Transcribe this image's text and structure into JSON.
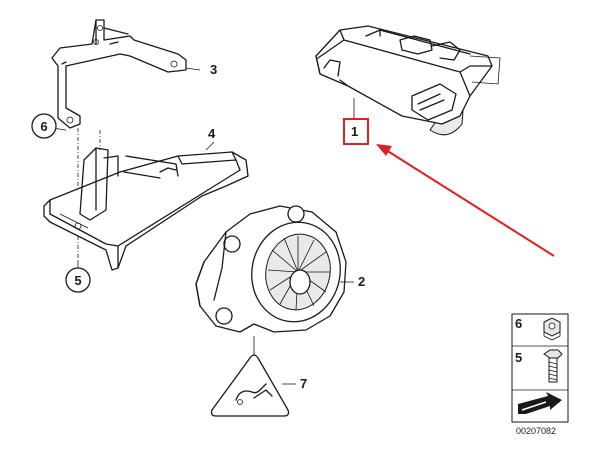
{
  "diagram": {
    "callouts": [
      {
        "id": "callout-1",
        "label": "1",
        "highlight_color": "#e0201e"
      },
      {
        "id": "callout-2",
        "label": "2"
      },
      {
        "id": "callout-3",
        "label": "3"
      },
      {
        "id": "callout-4",
        "label": "4"
      },
      {
        "id": "callout-5",
        "label": "5"
      },
      {
        "id": "callout-6",
        "label": "6"
      },
      {
        "id": "callout-7",
        "label": "7"
      }
    ],
    "hardware_legend": [
      {
        "label": "6",
        "icon": "hex-nut-icon"
      },
      {
        "label": "5",
        "icon": "bolt-icon"
      }
    ],
    "catalog_number": "00207082",
    "arrow_color": "#e0201e",
    "parts": [
      {
        "id": "control-module",
        "icon": "control-module-icon"
      },
      {
        "id": "alarm-siren",
        "icon": "siren-icon"
      },
      {
        "id": "mounting-bracket",
        "icon": "bracket-icon"
      },
      {
        "id": "holder-tray",
        "icon": "tray-icon"
      },
      {
        "id": "warning-label",
        "icon": "warning-triangle-icon"
      }
    ]
  }
}
